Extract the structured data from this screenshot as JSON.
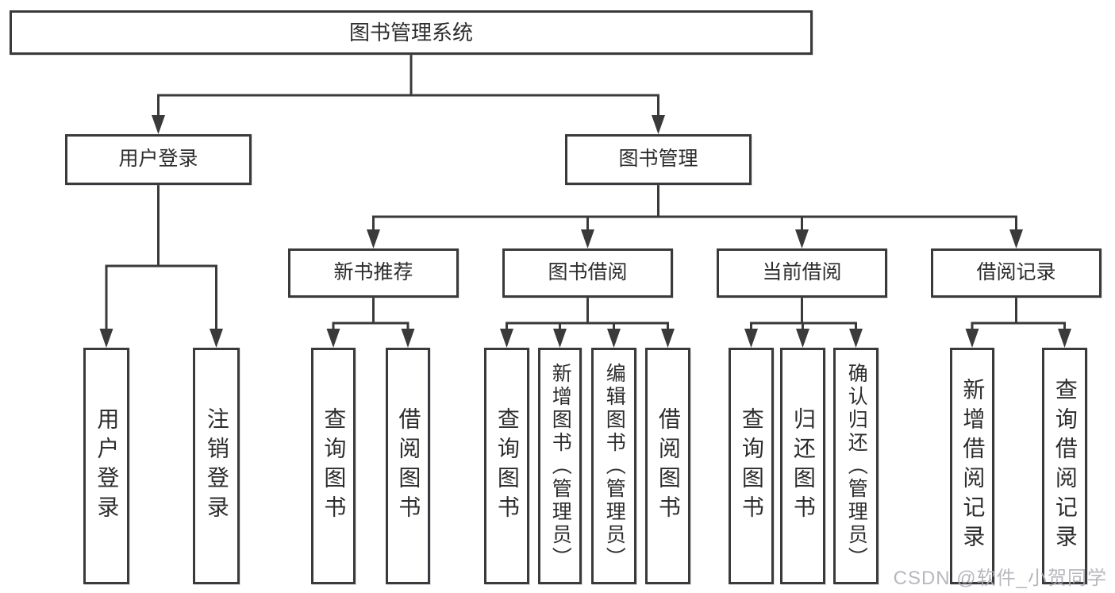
{
  "watermark": "CSDN @软件_小贺同学",
  "colors": {
    "line": "#3a3a3a",
    "box_border": "#3a3a3a",
    "box_background": "#ffffff",
    "text": "#2d2d2d",
    "watermark": "#afb0b6",
    "page_background": "#ffffff"
  },
  "tree": {
    "id": "library-management-system",
    "label": "图书管理系统",
    "children": [
      {
        "id": "user-login",
        "label": "用户登录",
        "children": [
          {
            "id": "leaf-user-login",
            "label": "用户登录"
          },
          {
            "id": "leaf-logout",
            "label": "注销登录"
          }
        ]
      },
      {
        "id": "book-management",
        "label": "图书管理",
        "children": [
          {
            "id": "new-book-recommendation",
            "label": "新书推荐",
            "children": [
              {
                "id": "nb-query-books",
                "label": "查询图书"
              },
              {
                "id": "nb-borrow-books",
                "label": "借阅图书"
              }
            ]
          },
          {
            "id": "book-borrowing",
            "label": "图书借阅",
            "children": [
              {
                "id": "bb-query-books",
                "label": "查询图书"
              },
              {
                "id": "bb-add-books-admin",
                "label": "新增图书（管理员）"
              },
              {
                "id": "bb-edit-books-admin",
                "label": "编辑图书（管理员）"
              },
              {
                "id": "bb-borrow-books",
                "label": "借阅图书"
              }
            ]
          },
          {
            "id": "current-borrowing",
            "label": "当前借阅",
            "children": [
              {
                "id": "cb-query-books",
                "label": "查询图书"
              },
              {
                "id": "cb-return-books",
                "label": "归还图书"
              },
              {
                "id": "cb-confirm-return-admin",
                "label": "确认归还（管理员）"
              }
            ]
          },
          {
            "id": "borrowing-records",
            "label": "借阅记录",
            "children": [
              {
                "id": "br-add-borrow-record",
                "label": "新增借阅记录"
              },
              {
                "id": "br-query-borrow-record",
                "label": "查询借阅记录"
              }
            ]
          }
        ]
      }
    ]
  }
}
